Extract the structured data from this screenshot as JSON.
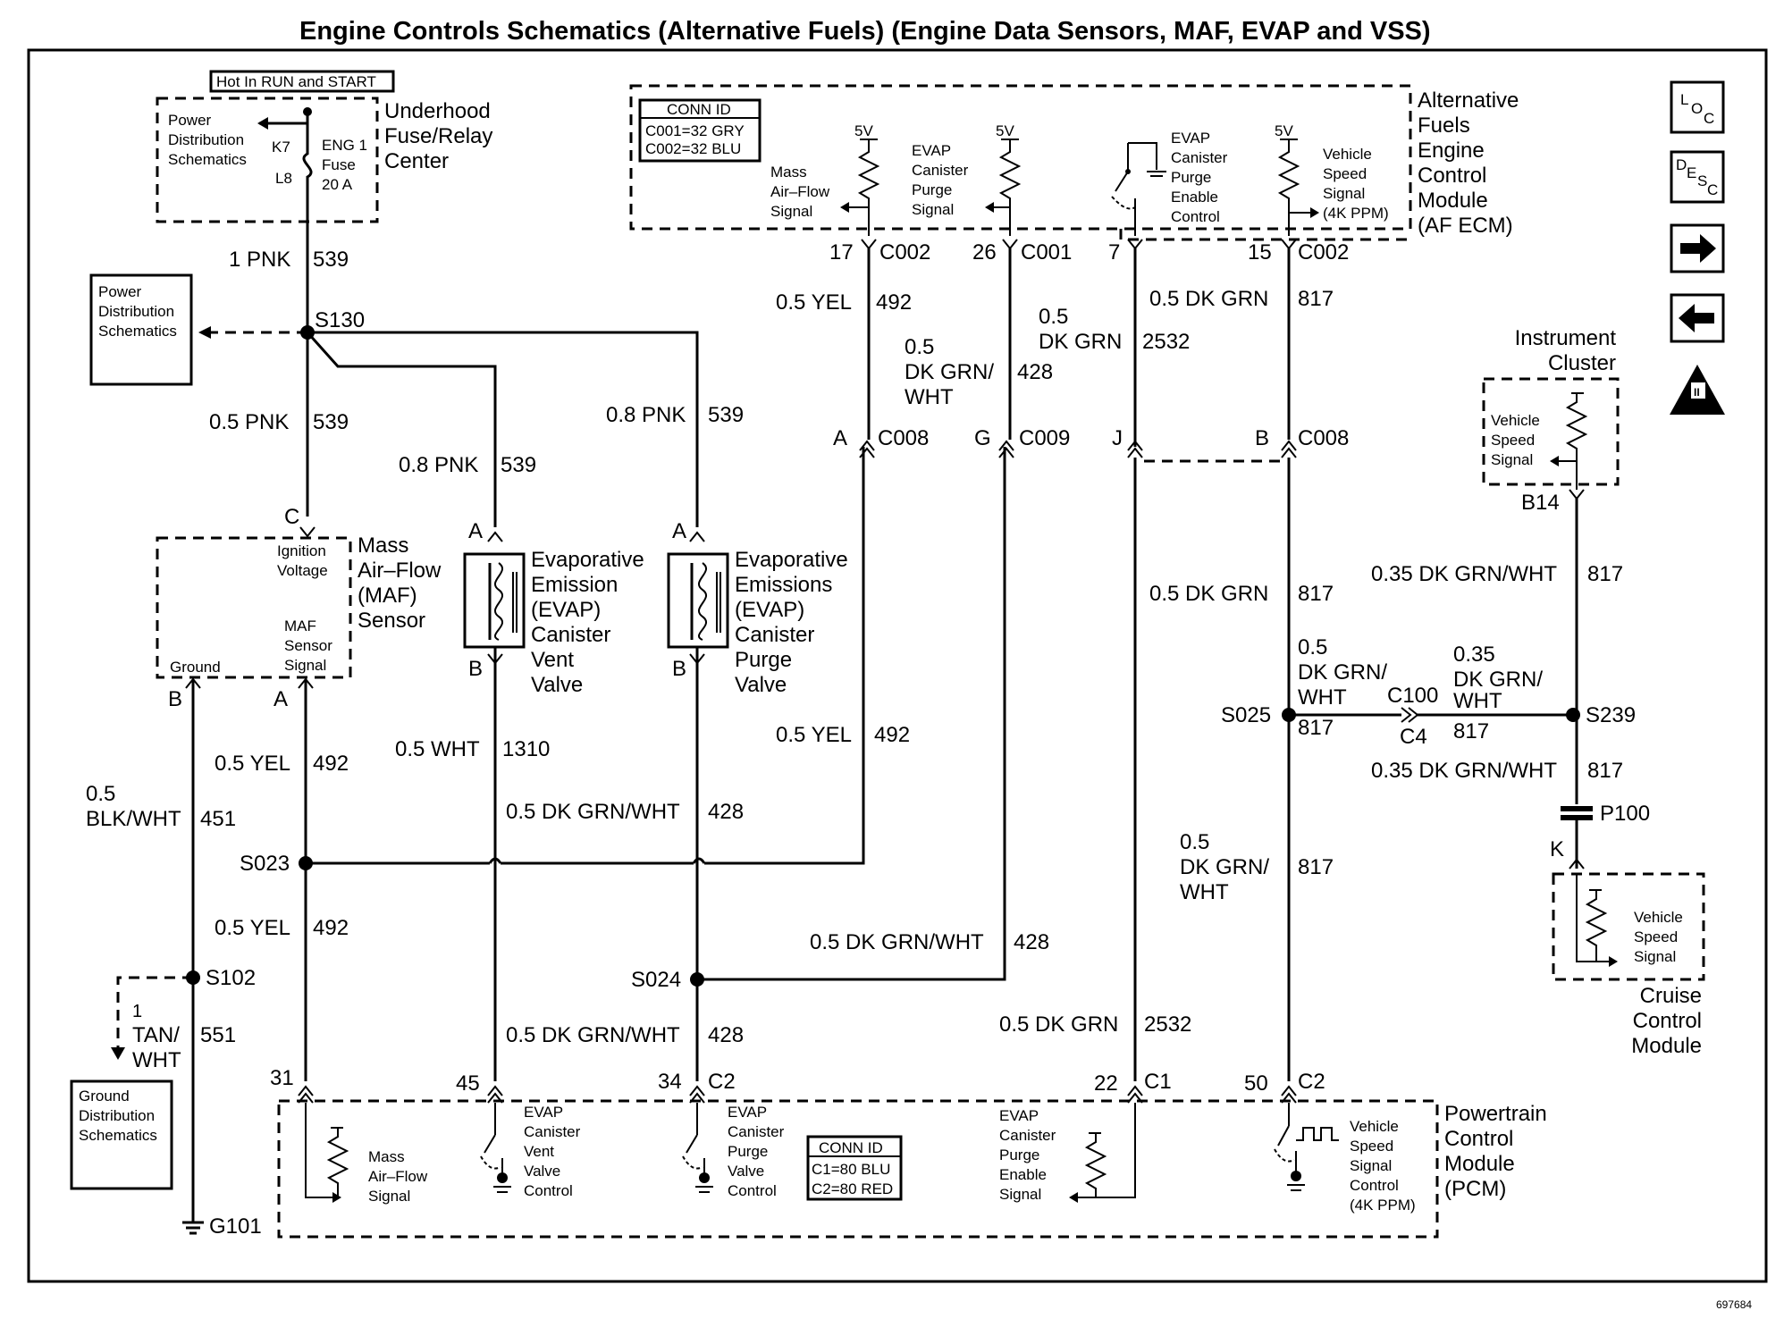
{
  "title": "Engine Controls Schematics (Alternative Fuels) (Engine Data Sensors, MAF, EVAP and VSS)",
  "figure_number": "697684",
  "hot_label": "Hot In RUN and START",
  "nav_buttons": {
    "loc": "LOC",
    "desc": "DESC",
    "next": "→",
    "prev": "←",
    "obd": "OBD II"
  },
  "components": {
    "fuse_center": {
      "name": "Underhood Fuse/Relay Center",
      "power_dist": "Power Distribution Schematics",
      "k7": "K7",
      "l8": "L8",
      "fuse": "ENG 1 Fuse 20 A"
    },
    "power_dist_box": "Power Distribution Schematics",
    "maf_sensor": {
      "name": "Mass Air-Flow (MAF) Sensor",
      "ignition": "Ignition Voltage",
      "signal": "MAF Sensor Signal",
      "ground": "Ground"
    },
    "vent_valve": "Evaporative Emission (EVAP) Canister Vent Valve",
    "purge_valve": "Evaporative Emissions (EVAP) Canister Purge Valve",
    "af_ecm": {
      "name": "Alternative Fuels Engine Control Module (AF ECM)",
      "conn_id_title": "CONN ID",
      "conn_id_1": "C001=32 GRY",
      "conn_id_2": "C002=32 BLU",
      "five_v": "5V",
      "maf_signal": "Mass Air-Flow Signal",
      "purge_signal": "EVAP Canister Purge Signal",
      "purge_enable": "EVAP Canister Purge Enable Control",
      "vss_signal": "Vehicle Speed Signal (4K PPM)"
    },
    "instrument_cluster": {
      "name": "Instrument Cluster",
      "signal": "Vehicle Speed Signal"
    },
    "cruise_module": {
      "name": "Cruise Control Module",
      "signal": "Vehicle Speed Signal"
    },
    "ground_dist": "Ground Distribution Schematics",
    "pcm": {
      "name": "Powertrain Control Module (PCM)",
      "conn_id_title": "CONN ID",
      "conn_id_1": "C1=80 BLU",
      "conn_id_2": "C2=80 RED",
      "maf_signal": "Mass Air-Flow Signal",
      "vent_control": "EVAP Canister Vent Valve Control",
      "purge_control": "EVAP Canister Purge Valve Control",
      "purge_enable": "EVAP Canister Purge Enable Signal",
      "vss_control": "Vehicle Speed Signal Control (4K PPM)"
    }
  },
  "splices": {
    "s130": "S130",
    "s023": "S023",
    "s024": "S024",
    "s025": "S025",
    "s102": "S102",
    "s239": "S239",
    "g101": "G101",
    "p100": "P100"
  },
  "connectors": {
    "c002": "C002",
    "c001": "C001",
    "c008": "C008",
    "c009": "C009",
    "c100": "C100",
    "c4": "C4",
    "c1": "C1",
    "c2": "C2",
    "pin_17": "17",
    "pin_26": "26",
    "pin_7": "7",
    "pin_15": "15",
    "pin_a": "A",
    "pin_b": "B",
    "pin_c": "C",
    "pin_g": "G",
    "pin_j": "J",
    "pin_k": "K",
    "pin_b14": "B14",
    "pin_31": "31",
    "pin_45": "45",
    "pin_34": "34",
    "pin_22": "22",
    "pin_50": "50"
  },
  "wires": {
    "pnk_1": "1 PNK",
    "pnk_05": "0.5 PNK",
    "pnk_08": "0.8 PNK",
    "c539": "539",
    "yel_05": "0.5 YEL",
    "c492": "492",
    "blk_05": "0.5",
    "blk_wht": "BLK/WHT",
    "c451": "451",
    "tan_1": "1",
    "tan_wht_a": "TAN/",
    "tan_wht_b": "WHT",
    "c551": "551",
    "wht_05": "0.5 WHT",
    "c1310": "1310",
    "dkgrnwht_05": "0.5 DK GRN/WHT",
    "c428": "428",
    "dkgrn_05": "0.5 DK GRN",
    "c2532": "2532",
    "c817": "817",
    "num_05": "0.5",
    "dkgrn": "DK GRN",
    "dkgrn_slash": "DK GRN/",
    "wht": "WHT",
    "num_035": "0.35",
    "dkgrnwht_035": "0.35 DK GRN/WHT"
  }
}
